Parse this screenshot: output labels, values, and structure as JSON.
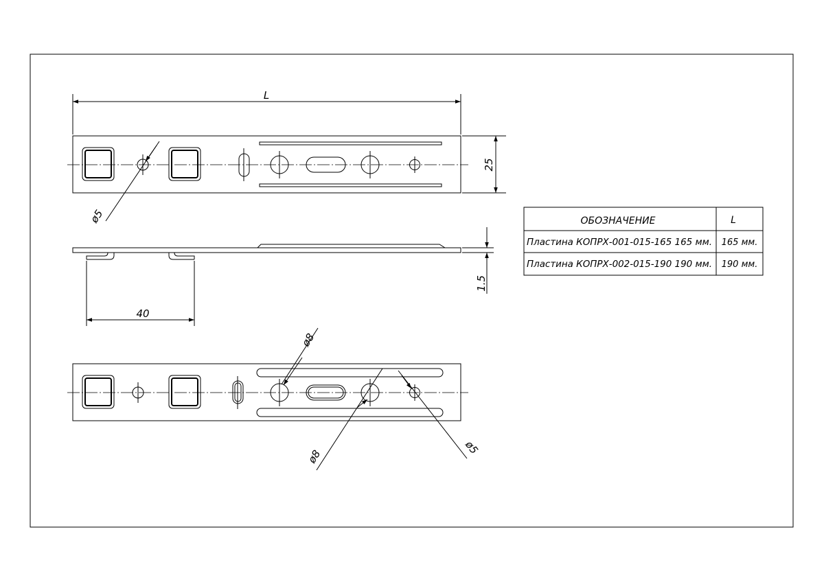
{
  "drawing": {
    "dimensions": {
      "length_label": "L",
      "height_label": "25",
      "thickness_label": "1.5",
      "spacing_label": "40",
      "hole_d5_label": "ø5",
      "hole_d8_label": "ø8"
    },
    "spec_table": {
      "header_designation": "ОБОЗНАЧЕНИЕ",
      "header_length": "L",
      "rows": [
        {
          "designation": "Пластина КОПРХ-001-015-165  165 мм.",
          "length": "165 мм."
        },
        {
          "designation": "Пластина КОПРХ-002-015-190  190 мм.",
          "length": "190 мм."
        }
      ]
    }
  }
}
